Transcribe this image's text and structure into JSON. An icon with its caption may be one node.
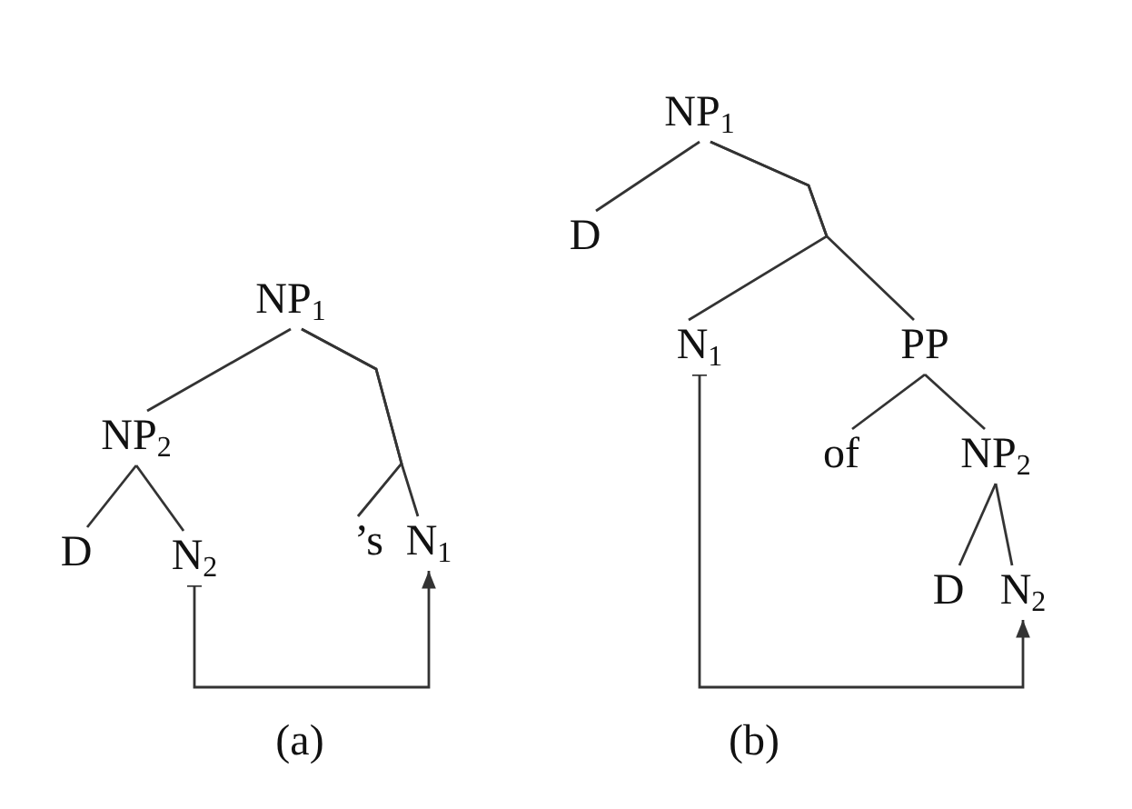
{
  "diagram": {
    "nodes": [
      {
        "text": [
          "NP$_{1}$"
        ]
      },
      {
        "text": [
          "NP$_{2}$"
        ]
      },
      {
        "text": [
          "’s"
        ]
      },
      {
        "text": [
          "N$_{1}$"
        ]
      },
      {
        "text": [
          "D"
        ]
      },
      {
        "text": [
          "N$_{2}$"
        ]
      },
      {
        "text": [
          "NP$_{1}$"
        ]
      },
      {
        "text": [
          "D"
        ]
      },
      {
        "text": [
          "N$_{1}$"
        ]
      },
      {
        "text": [
          "PP"
        ]
      },
      {
        "text": [
          "of"
        ]
      },
      {
        "text": [
          "NP$_{2}$"
        ]
      },
      {
        "text": [
          "D"
        ]
      },
      {
        "text": [
          "N$_{2}$"
        ]
      }
    ],
    "edges": [
      {
        "from": 0,
        "to": 1,
        "arrow": "none"
      },
      {
        "from": 0,
        "to": 2,
        "arrow": "none"
      },
      {
        "from": 0,
        "to": 3,
        "arrow": "none"
      },
      {
        "from": 1,
        "to": 4,
        "arrow": "none"
      },
      {
        "from": 1,
        "to": 5,
        "arrow": "none"
      },
      {
        "from": 5,
        "to": 3,
        "arrow": "to"
      },
      {
        "from": 6,
        "to": 7,
        "arrow": "none"
      },
      {
        "from": 6,
        "to": 8,
        "arrow": "none"
      },
      {
        "from": 6,
        "to": 9,
        "arrow": "none"
      },
      {
        "from": 9,
        "to": 10,
        "arrow": "none"
      },
      {
        "from": 9,
        "to": 11,
        "arrow": "none"
      },
      {
        "from": 11,
        "to": 12,
        "arrow": "none"
      },
      {
        "from": 11,
        "to": 13,
        "arrow": "none"
      },
      {
        "from": 8,
        "to": 13,
        "arrow": "to"
      }
    ],
    "labels": [
      "(a)",
      "(b)"
    ]
  }
}
